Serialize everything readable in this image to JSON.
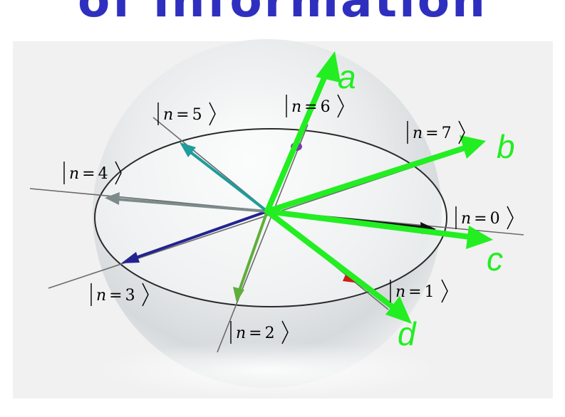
{
  "slide": {
    "title": "of information"
  },
  "diagram": {
    "states": [
      {
        "n": "n",
        "eq": "=",
        "value": "0"
      },
      {
        "n": "n",
        "eq": "=",
        "value": "1"
      },
      {
        "n": "n",
        "eq": "=",
        "value": "2"
      },
      {
        "n": "n",
        "eq": "=",
        "value": "3"
      },
      {
        "n": "n",
        "eq": "=",
        "value": "4"
      },
      {
        "n": "n",
        "eq": "=",
        "value": "5"
      },
      {
        "n": "n",
        "eq": "=",
        "value": "6"
      },
      {
        "n": "n",
        "eq": "=",
        "value": "7"
      }
    ],
    "vectors": [
      {
        "label": "a",
        "color": "#22ee22"
      },
      {
        "label": "b",
        "color": "#22ee22"
      },
      {
        "label": "c",
        "color": "#22ee22"
      },
      {
        "label": "d",
        "color": "#22ee22"
      }
    ],
    "state_arrow_colors": {
      "n0": "#111111",
      "n1": "#cc1a1a",
      "n2": "#5fae3a",
      "n3": "#23238f",
      "n4": "#7c8a8a",
      "n5": "#1f9c9c",
      "n6": "#7a3aa8",
      "n7": "#d2a41a"
    }
  }
}
